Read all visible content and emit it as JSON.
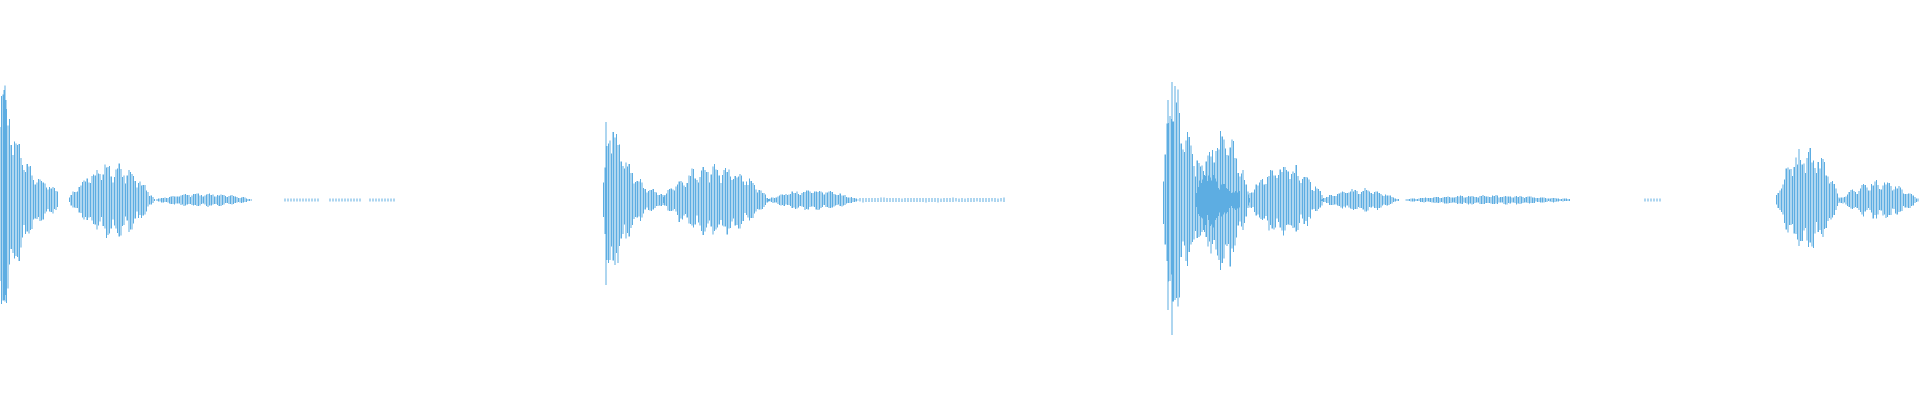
{
  "waveform": {
    "color": "#5dade2",
    "background": "#ffffff",
    "type": "audio-waveform",
    "events": [
      {
        "name": "hit-1",
        "partial_at_left_edge": true
      },
      {
        "name": "hit-2",
        "partial_at_left_edge": false
      },
      {
        "name": "hit-3",
        "partial_at_left_edge": false
      },
      {
        "name": "hit-4",
        "partial_at_right_edge": true
      }
    ]
  }
}
